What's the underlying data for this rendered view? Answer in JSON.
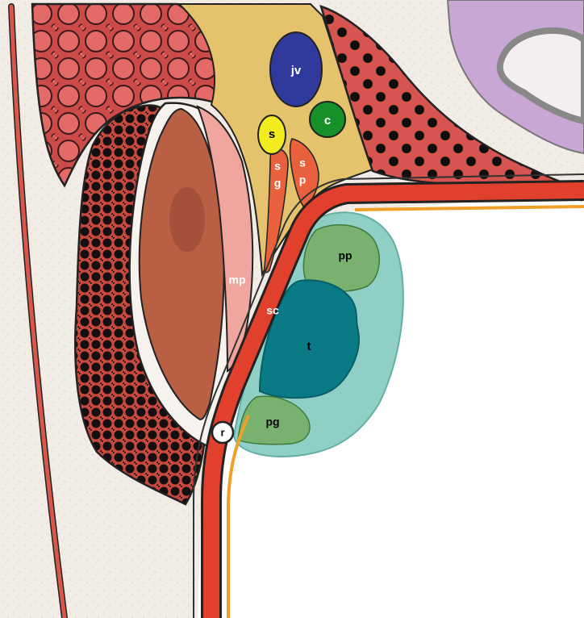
{
  "labels": {
    "jv": "jv",
    "c": "c",
    "s": "s",
    "sg_s": "s",
    "sg_g": "g",
    "sp_s": "s",
    "sp_p": "p",
    "mp": "mp",
    "sc": "sc",
    "pp": "pp",
    "t": "t",
    "pg": "pg",
    "r": "r"
  },
  "colors": {
    "fat": "#f0ebe3",
    "muscle_red": "#d95a55",
    "yellow_space": "#e5c26c",
    "jv": "#2f3a9c",
    "c": "#16912a",
    "s": "#f2ec1e",
    "orange_muscle": "#e9603d",
    "pterygoid": "#b55e42",
    "mp": "#f0a59e",
    "tube": "#e0402c",
    "cyst": "#7cc7bd",
    "t": "#0a7a86",
    "pp": "#78b26e",
    "purple": "#c9a7d4"
  }
}
